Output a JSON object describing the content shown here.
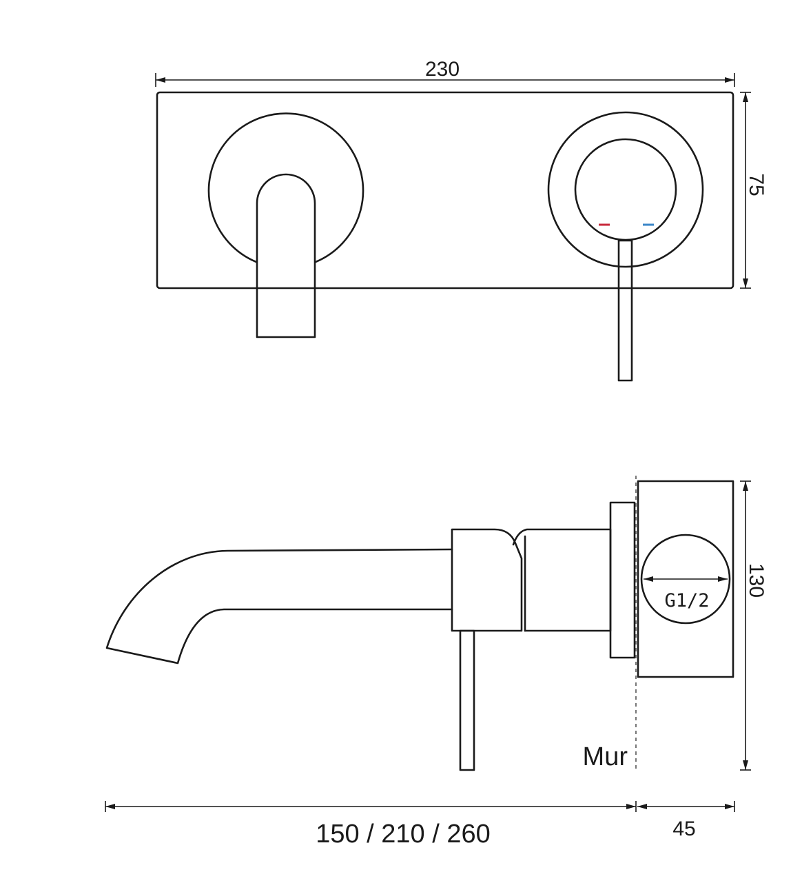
{
  "dimensions": {
    "width_top": "230",
    "height_top": "75",
    "height_side": "130",
    "spout_length": "150 / 210 / 260",
    "depth": "45",
    "thread": "G1/2"
  },
  "labels": {
    "wall": "Mur"
  },
  "colors": {
    "line": "#1a1a1a",
    "hot_mark": "#c8283a",
    "cold_mark": "#3a86c8"
  }
}
